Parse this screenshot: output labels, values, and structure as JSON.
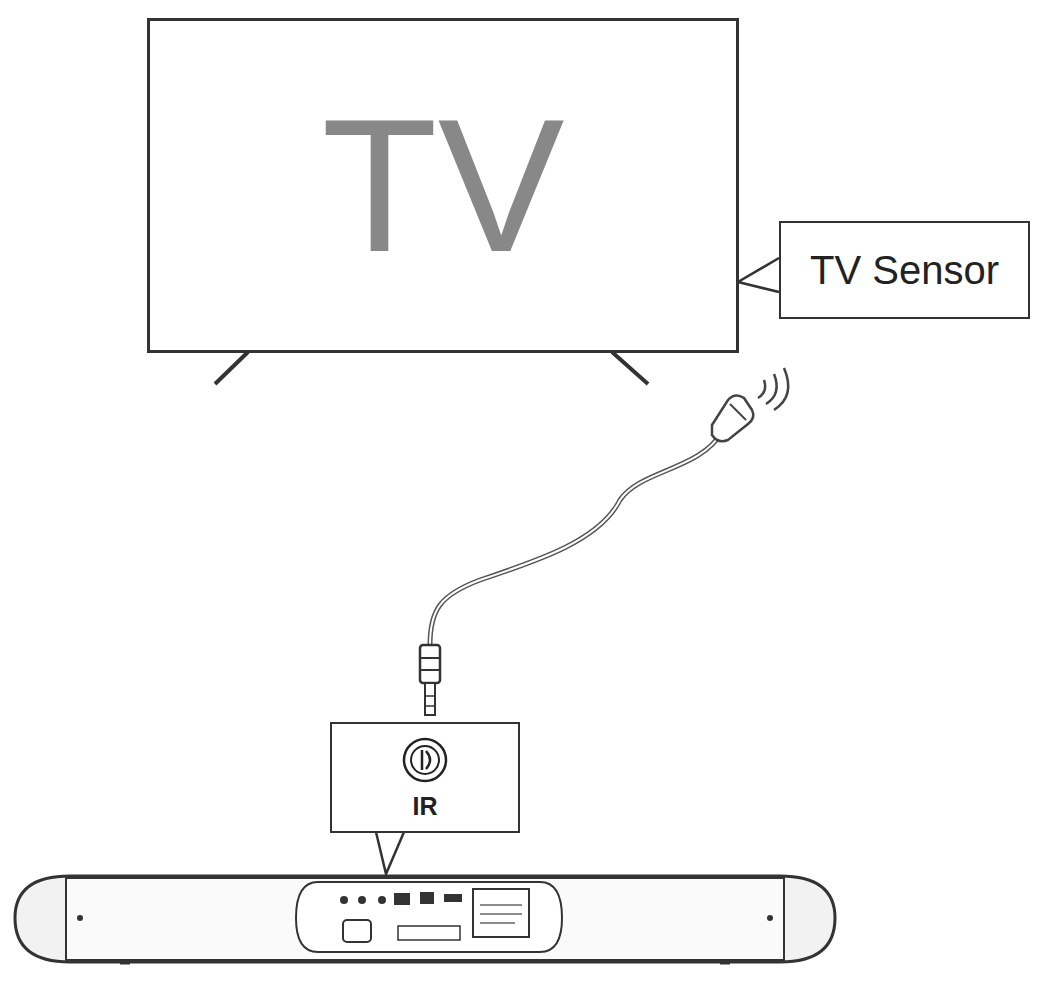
{
  "diagram": {
    "nodes": [
      {
        "text": [
          "TV"
        ]
      },
      {
        "text": [
          "TV Sensor"
        ]
      },
      {
        "text": [
          "IR"
        ]
      }
    ]
  }
}
